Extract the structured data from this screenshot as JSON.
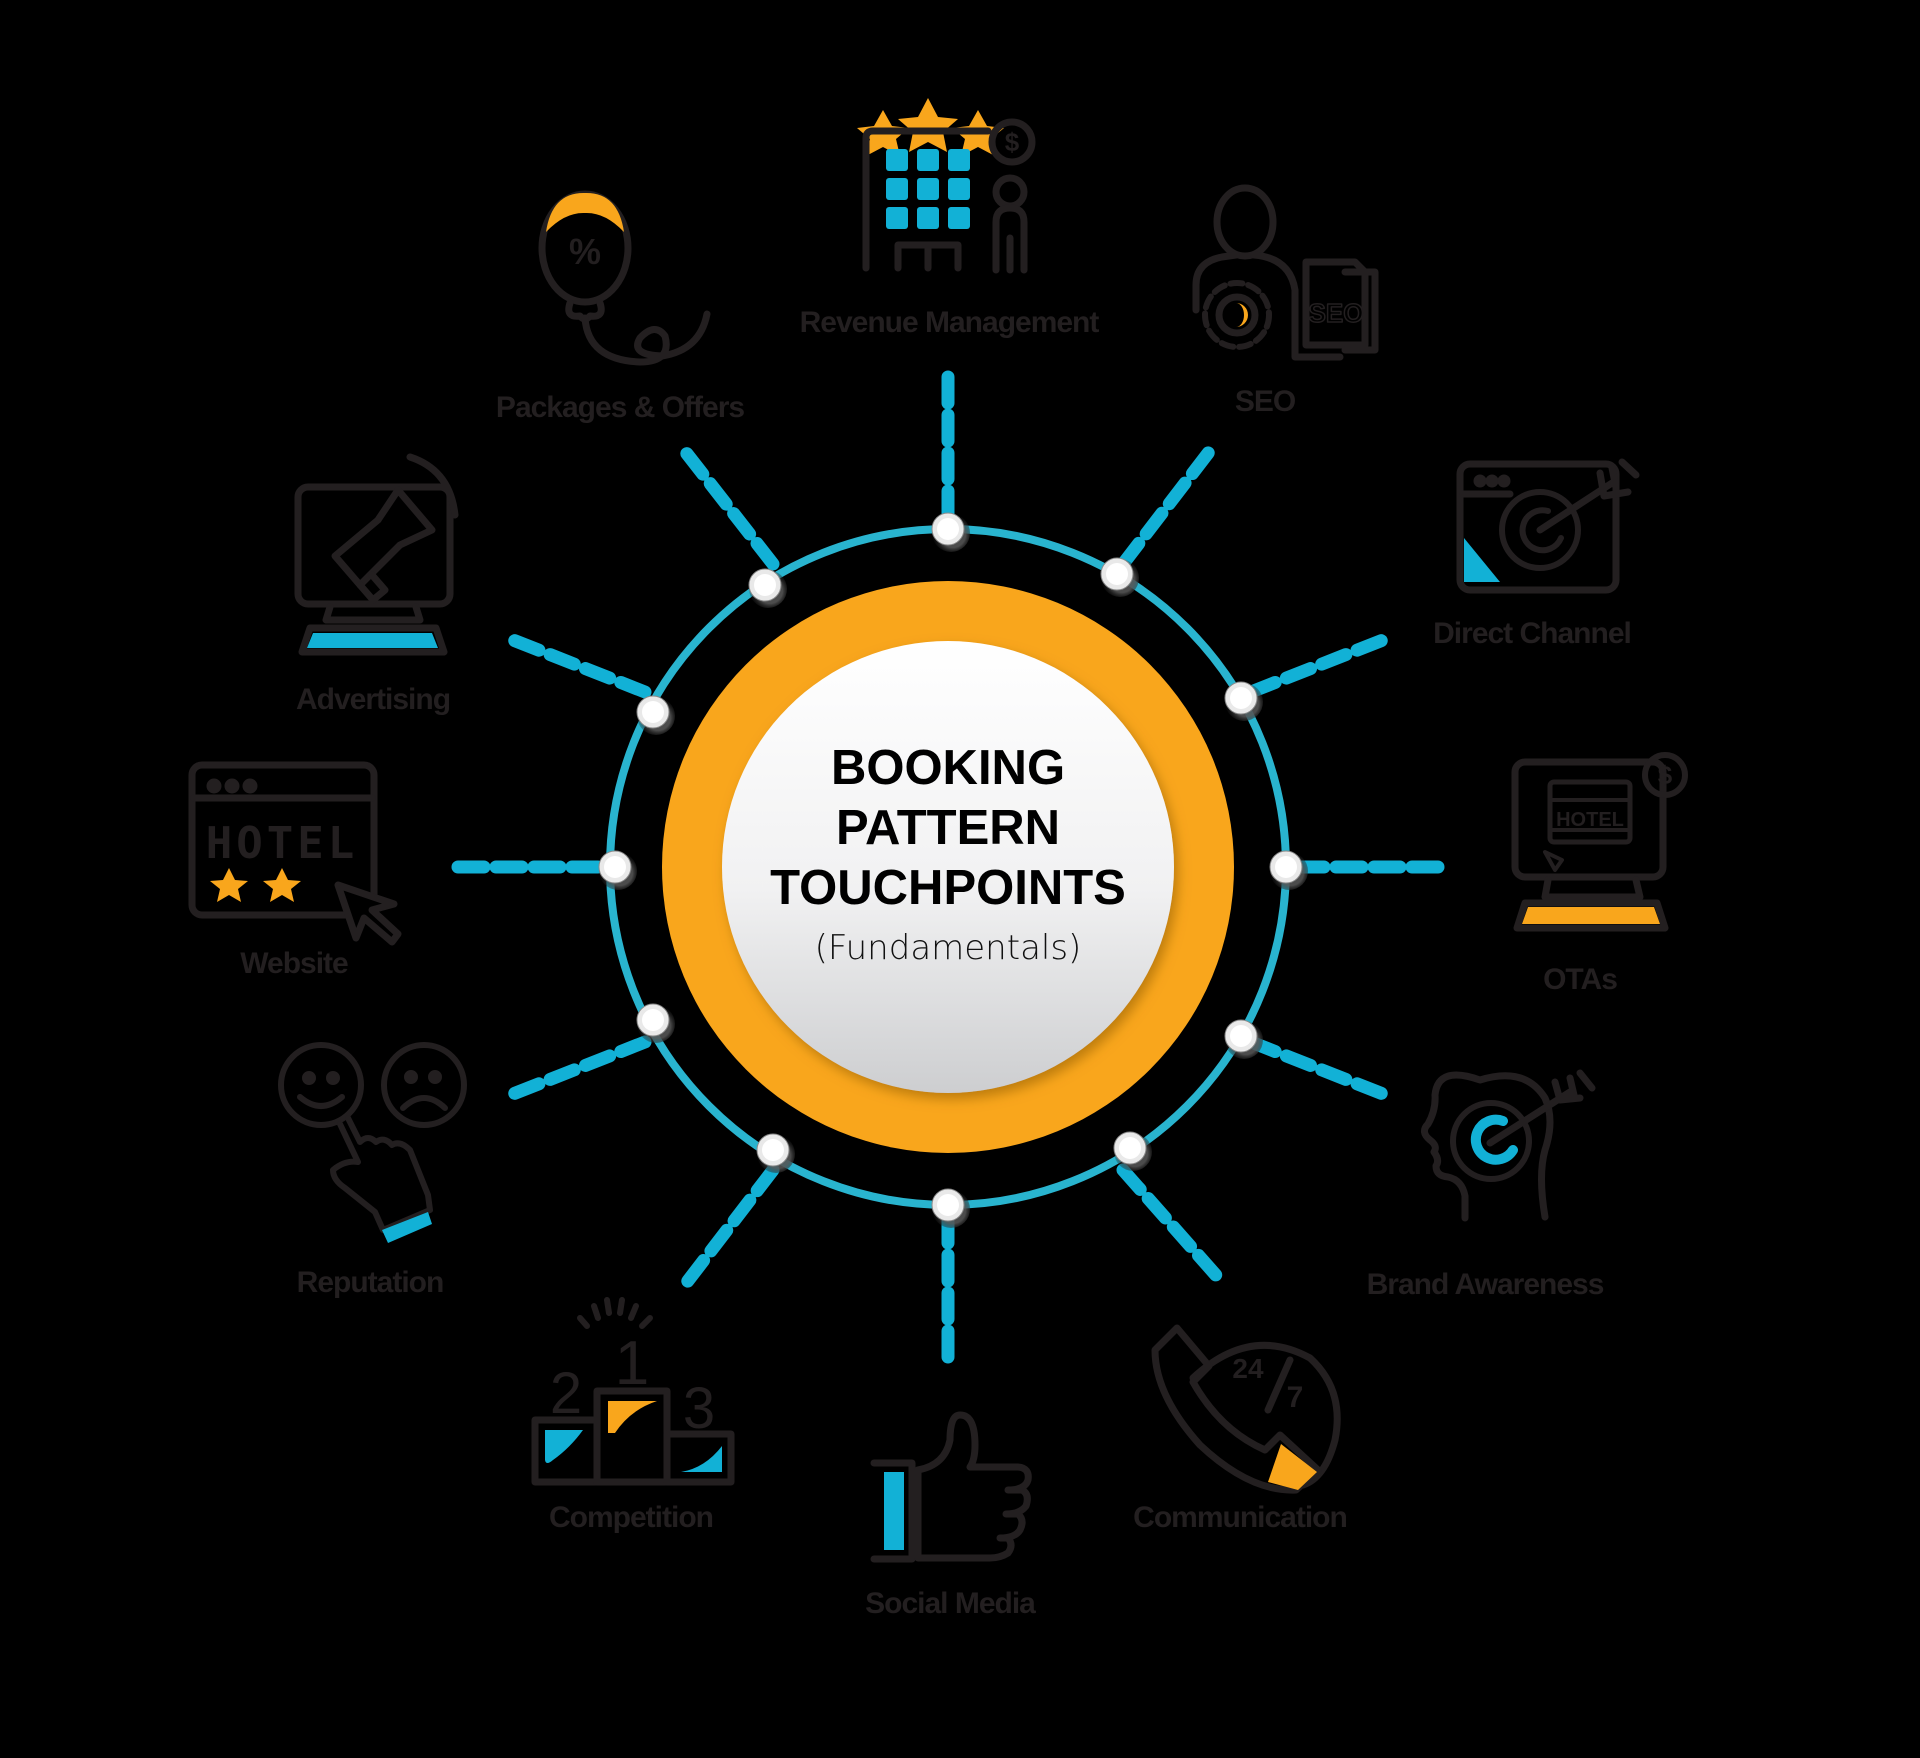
{
  "diagram": {
    "title_lines": [
      "BOOKING",
      "PATTERN",
      "TOUCHPOINTS"
    ],
    "subtitle": "(Fundamentals)",
    "colors": {
      "background": "#000000",
      "ring_blue": "#29b4cf",
      "dash_blue": "#12b1d6",
      "accent_orange": "#f9a61c",
      "stroke_dark": "#231f20",
      "center_fill_top": "#ffffff",
      "center_fill_bottom": "#cfd0d2"
    },
    "touchpoints": [
      {
        "label": "Revenue Management",
        "icon": "hotel-building-revenue-icon",
        "position": "top"
      },
      {
        "label": "SEO",
        "icon": "seo-person-gear-icon",
        "position": "top-right"
      },
      {
        "label": "Direct Channel",
        "icon": "browser-target-icon",
        "position": "right-upper"
      },
      {
        "label": "OTAs",
        "icon": "computer-hotel-listing-icon",
        "position": "right"
      },
      {
        "label": "Brand Awareness",
        "icon": "head-target-icon",
        "position": "right-lower"
      },
      {
        "label": "Communication",
        "icon": "phone-24-7-icon",
        "position": "bottom-right"
      },
      {
        "label": "Social Media",
        "icon": "thumbs-up-icon",
        "position": "bottom"
      },
      {
        "label": "Competition",
        "icon": "podium-icon",
        "position": "bottom-left"
      },
      {
        "label": "Reputation",
        "icon": "smiley-feedback-icon",
        "position": "left-lower"
      },
      {
        "label": "Website",
        "icon": "hotel-website-icon",
        "position": "left"
      },
      {
        "label": "Advertising",
        "icon": "computer-megaphone-icon",
        "position": "left-upper"
      },
      {
        "label": "Packages & Offers",
        "icon": "discount-balloon-icon",
        "position": "top-left"
      }
    ],
    "icon_text": {
      "hotel_word": "HOTEL",
      "seo_word": "SEO",
      "ota_hotel_word": "HOTEL",
      "percent": "%",
      "podium": [
        "2",
        "1",
        "3"
      ],
      "phone": [
        "24",
        "/",
        "7"
      ],
      "coin": "$"
    }
  }
}
